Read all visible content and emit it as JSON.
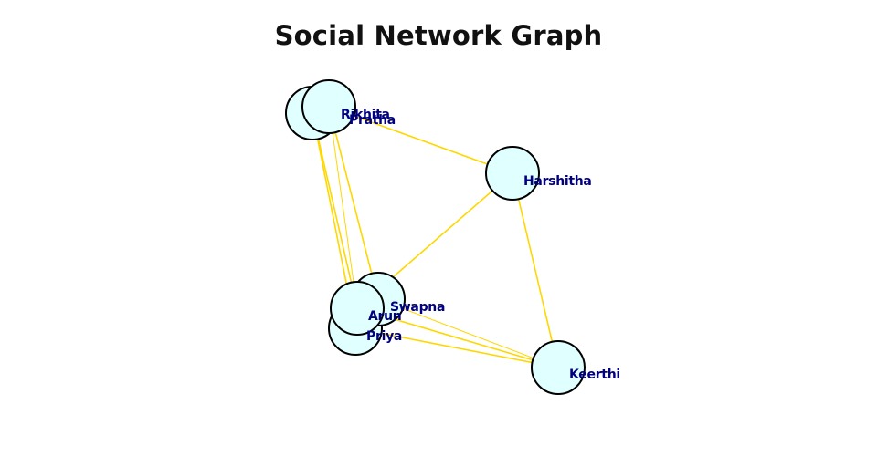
{
  "title": "Social Network Graph",
  "colors": {
    "edge": "#ffd700",
    "node_fill": "#e0ffff",
    "node_stroke": "#000000",
    "label": "#000080"
  },
  "nodes": [
    {
      "id": "pratha",
      "label": "Pratha"
    },
    {
      "id": "rikhita",
      "label": "Rikhita"
    },
    {
      "id": "harshitha",
      "label": "Harshitha"
    },
    {
      "id": "swapna",
      "label": "Swapna"
    },
    {
      "id": "priya",
      "label": "Priya"
    },
    {
      "id": "arun",
      "label": "Arun"
    },
    {
      "id": "keerthi",
      "label": "Keerthi"
    }
  ],
  "edges": [
    {
      "source": "rikhita",
      "target": "harshitha"
    },
    {
      "source": "rikhita",
      "target": "swapna"
    },
    {
      "source": "rikhita",
      "target": "arun"
    },
    {
      "source": "pratha",
      "target": "priya"
    },
    {
      "source": "pratha",
      "target": "arun"
    },
    {
      "source": "harshitha",
      "target": "arun"
    },
    {
      "source": "harshitha",
      "target": "keerthi"
    },
    {
      "source": "swapna",
      "target": "keerthi"
    },
    {
      "source": "priya",
      "target": "keerthi"
    },
    {
      "source": "arun",
      "target": "keerthi"
    }
  ]
}
